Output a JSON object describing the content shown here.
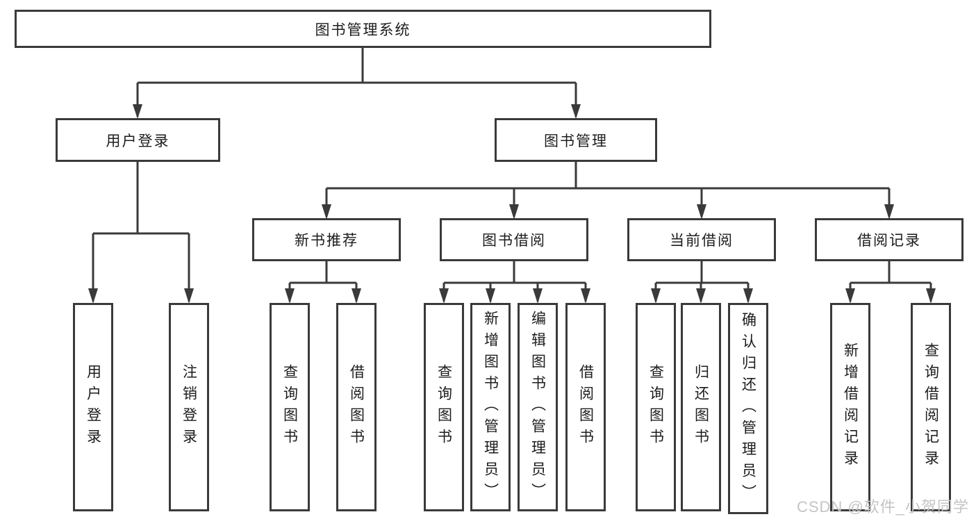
{
  "diagram": {
    "root": {
      "label": "图书管理系统",
      "children": [
        {
          "label": "用户登录",
          "children": [
            {
              "label": "用户登录"
            },
            {
              "label": "注销登录"
            }
          ]
        },
        {
          "label": "图书管理",
          "children": [
            {
              "label": "新书推荐",
              "children": [
                {
                  "label": "查询图书"
                },
                {
                  "label": "借阅图书"
                }
              ]
            },
            {
              "label": "图书借阅",
              "children": [
                {
                  "label": "查询图书"
                },
                {
                  "label": "新增图书（管理员）"
                },
                {
                  "label": "编辑图书（管理员）"
                },
                {
                  "label": "借阅图书"
                }
              ]
            },
            {
              "label": "当前借阅",
              "children": [
                {
                  "label": "查询图书"
                },
                {
                  "label": "归还图书"
                },
                {
                  "label": "确认归还（管理员）"
                }
              ]
            },
            {
              "label": "借阅记录",
              "children": [
                {
                  "label": "新增借阅记录"
                },
                {
                  "label": "查询借阅记录"
                }
              ]
            }
          ]
        }
      ]
    },
    "watermark": "CSDN @软件_小贺同学",
    "colors": {
      "line": "#3a3a3a",
      "text": "#1c1c1c",
      "watermark": "#c4c4c4",
      "background": "#ffffff"
    }
  }
}
